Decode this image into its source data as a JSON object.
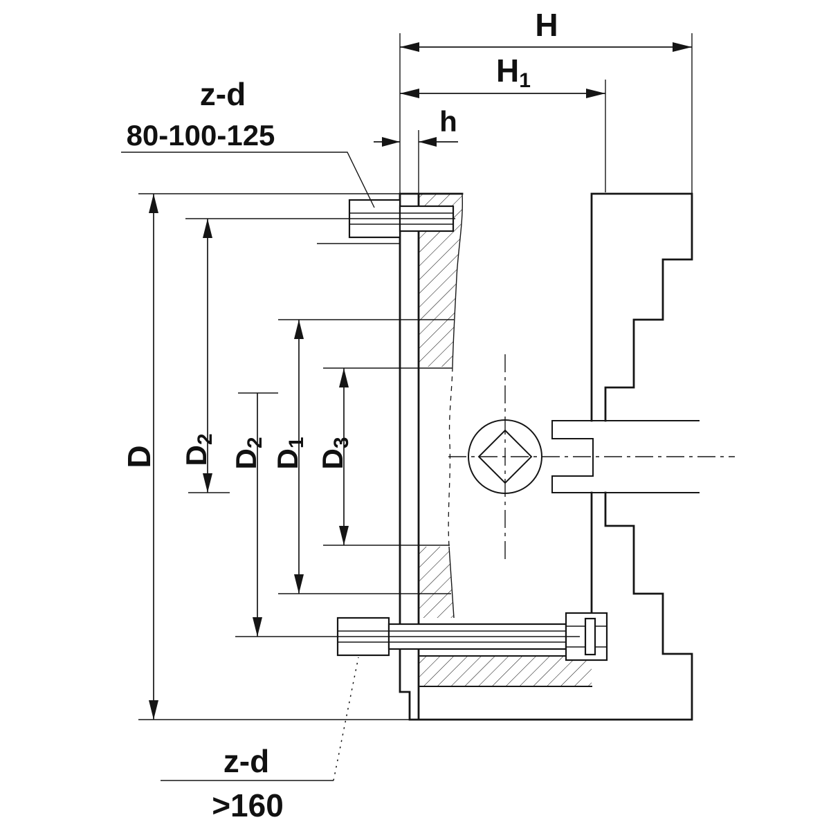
{
  "labels": {
    "H": "H",
    "H1": {
      "main": "H",
      "sub": "1"
    },
    "h": "h",
    "D": "D",
    "D2_front": {
      "main": "D",
      "sub": "2"
    },
    "D2_back": {
      "main": "D",
      "sub": "2"
    },
    "D1": {
      "main": "D",
      "sub": "1"
    },
    "D3": {
      "main": "D",
      "sub": "3"
    }
  },
  "callouts": {
    "top": {
      "line1": "z-d",
      "line2": "80-100-125"
    },
    "bottom": {
      "line1": "z-d",
      "line2": ">160"
    }
  },
  "colors": {
    "line": "#151515",
    "background": "#ffffff"
  }
}
